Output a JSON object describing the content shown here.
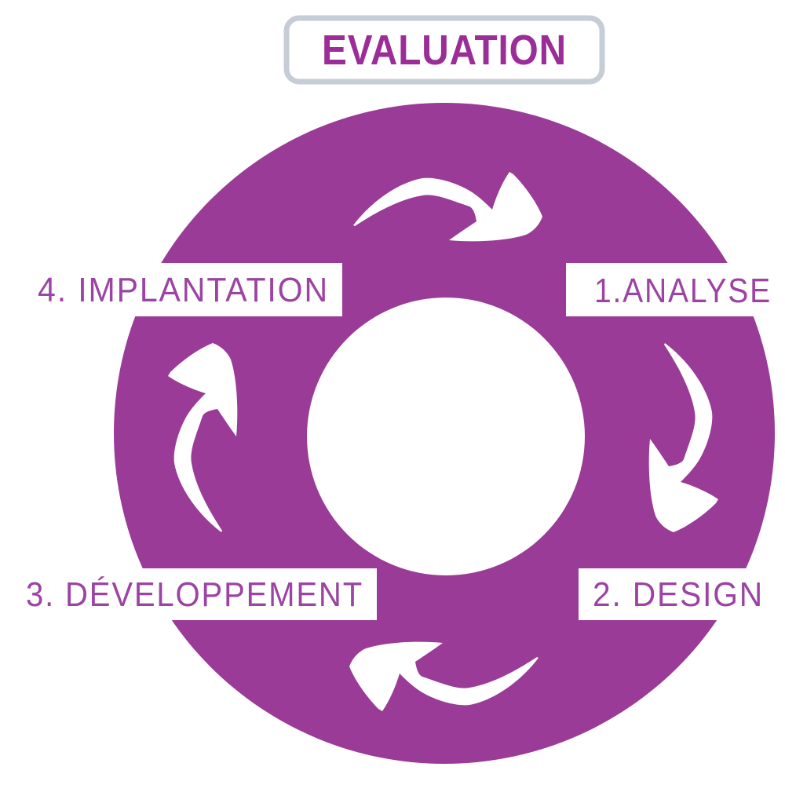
{
  "diagram": {
    "title": "EVALUATION",
    "steps": [
      {
        "label": "1.ANALYSE",
        "position": "right-top"
      },
      {
        "label": "2. DESIGN",
        "position": "right-bottom"
      },
      {
        "label": "3. DÉVELOPPEMENT",
        "position": "left-bottom"
      },
      {
        "label": "4. IMPLANTATION",
        "position": "left-top"
      }
    ],
    "arrow_icon": "clockwise-swoosh-arrow",
    "arrow_count": 4,
    "flow_direction": "clockwise"
  },
  "colors": {
    "ring": "#993B97",
    "labeltext": "#9C44A3",
    "titletext": "#9B2D98",
    "border": "#C7CDD6",
    "bg": "#FFFFFF"
  }
}
